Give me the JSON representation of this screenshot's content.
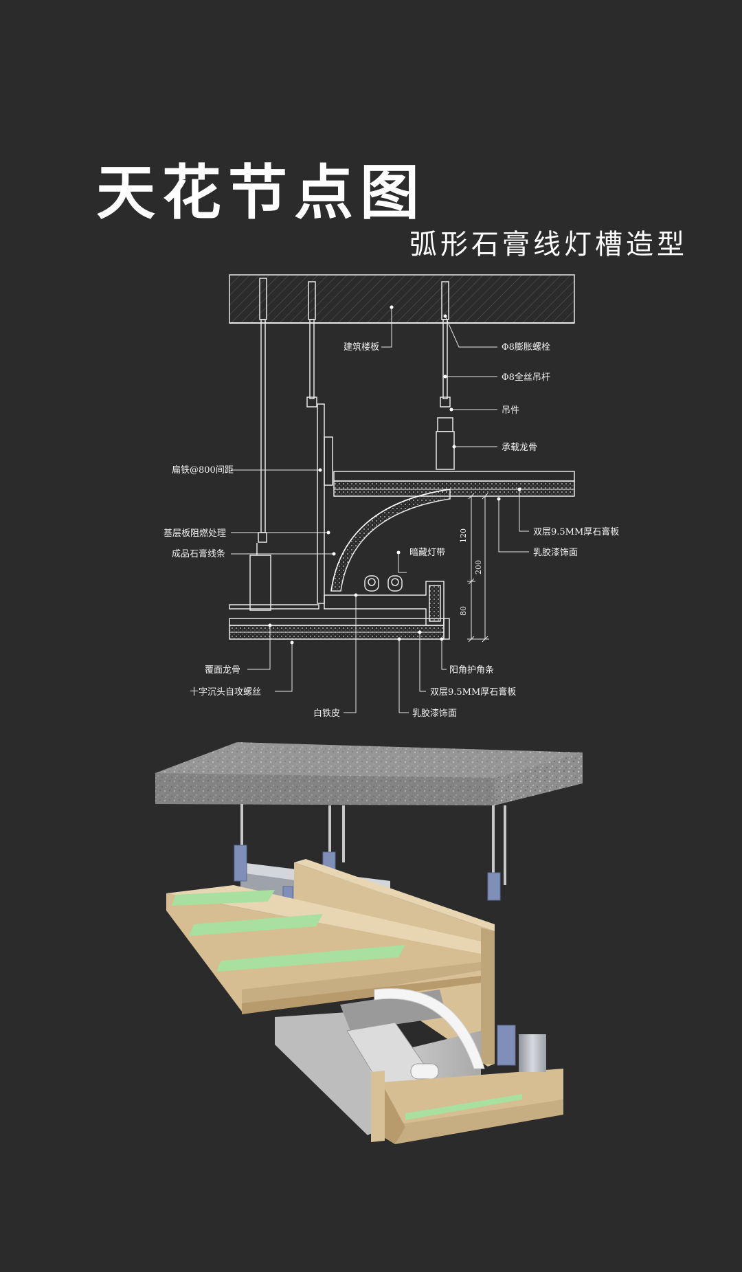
{
  "title": "天花节点图",
  "subtitle": "弧形石膏线灯槽造型",
  "section_labels": {
    "building_slab": "建筑楼板",
    "expansion_bolt": "Φ8膨胀螺栓",
    "threaded_rod": "Φ8全丝吊杆",
    "hanger": "吊件",
    "main_keel": "承载龙骨",
    "flat_iron": "扁铁@800间距",
    "double_gypsum_top": "双层9.5MM厚石膏板",
    "base_board": "基层板阻燃处理",
    "latex_paint_top": "乳胶漆饰面",
    "gypsum_molding": "成品石膏线条",
    "hidden_light": "暗藏灯带",
    "cover_keel": "覆面龙骨",
    "corner_guard": "阳角护角条",
    "screw": "十字沉头自攻螺丝",
    "double_gypsum_bottom": "双层9.5MM厚石膏板",
    "white_iron": "白铁皮",
    "latex_paint_bottom": "乳胶漆饰面"
  },
  "dimensions": {
    "d120": "120",
    "d200": "200",
    "d80": "80"
  },
  "colors": {
    "background": "#2b2b2b",
    "line": "#e8e8e8",
    "concrete": "#8d8d8d",
    "wood": "#cdb38a",
    "gypsum_green": "#a8e0a0",
    "steel": "#b4b8bf"
  }
}
